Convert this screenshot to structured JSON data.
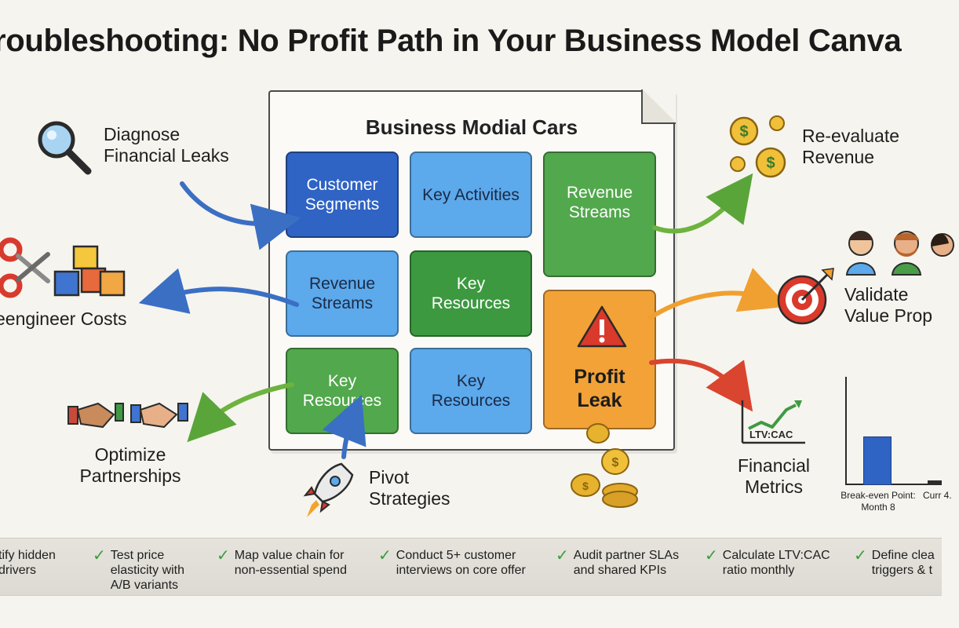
{
  "title": "roubleshooting: No Profit Path in Your Business Model Canva",
  "canvas": {
    "title": "Business Modial Cars",
    "blocks": [
      {
        "label": "Customer Segments"
      },
      {
        "label": "Key Activities"
      },
      {
        "label": "Revenue Streams"
      },
      {
        "label": "Revenue Streams"
      },
      {
        "label": "Key Resources"
      },
      {
        "label": "Profit Leak"
      },
      {
        "label": "Key Resources"
      },
      {
        "label": "Key Resources"
      }
    ]
  },
  "strategies": {
    "diagnose": "Diagnose Financial Leaks",
    "reengineer": "eengineer Costs",
    "partnerships": "Optimize Partnerships",
    "pivot": "Pivot Strategies",
    "revenue": "Re-evaluate Revenue",
    "validate": "Validate Value Prop",
    "metrics": "Financial Metrics"
  },
  "metrics_chart": {
    "inset_label": "LTV:CAC",
    "breakeven": "Break-even Point: Month 8",
    "current": "Curr 4."
  },
  "checklist": [
    "tify hidden drivers",
    "Test price elasticity with A/B variants",
    "Map value chain for non-essential spend",
    "Conduct 5+ customer interviews on core offer",
    "Audit partner SLAs and shared KPIs",
    "Calculate LTV:CAC ratio monthly",
    "Define clea triggers & t"
  ],
  "colors": {
    "blue_dark": "#2f63c4",
    "blue_light": "#5ca9ec",
    "green": "#52a84c",
    "orange": "#f2a237",
    "warning_red": "#d93a2b"
  },
  "icons": [
    "magnifier-icon",
    "scissors-icon",
    "cubes-icon",
    "handshake-icon",
    "rocket-icon",
    "coins-icon",
    "target-icon",
    "people-icon",
    "warning-icon",
    "trend-icon"
  ]
}
